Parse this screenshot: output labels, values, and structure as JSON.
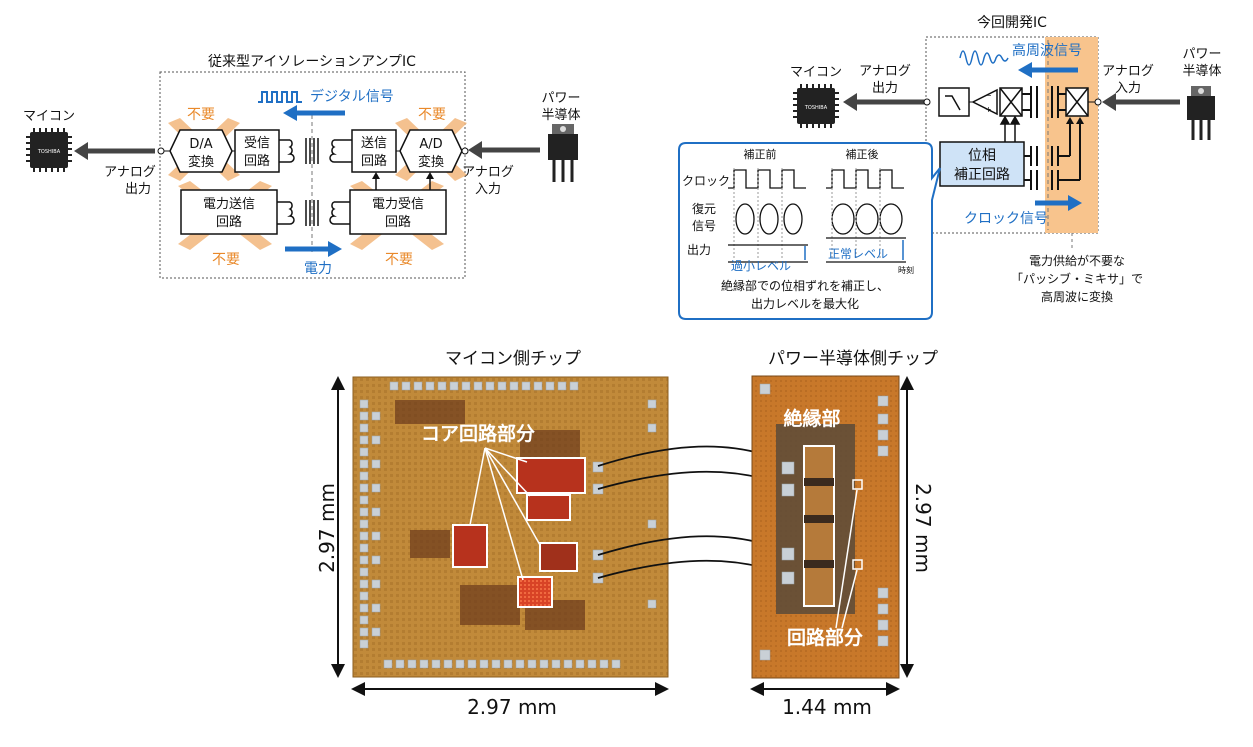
{
  "left_diagram": {
    "title": "従来型アイソレーションアンプIC",
    "mcu_label": "マイコン",
    "mcu_chip_text": "TOSHIBA",
    "analog_out": [
      "アナログ",
      "出力"
    ],
    "analog_in": [
      "アナログ",
      "入力"
    ],
    "power_semi": [
      "パワー",
      "半導体"
    ],
    "digital_signal": "デジタル信号",
    "power_label": "電力",
    "da": [
      "D/A",
      "変換"
    ],
    "rx": [
      "受信",
      "回路"
    ],
    "tx": [
      "送信",
      "回路"
    ],
    "ad": [
      "A/D",
      "変換"
    ],
    "ptx": [
      "電力送信",
      "回路"
    ],
    "prx": [
      "電力受信",
      "回路"
    ],
    "unneeded": "不要"
  },
  "right_diagram": {
    "title": "今回開発IC",
    "mcu_label": "マイコン",
    "mcu_chip_text": "TOSHIBA",
    "analog_out": [
      "アナログ",
      "出力"
    ],
    "analog_in": [
      "アナログ",
      "入力"
    ],
    "power_semi": [
      "パワー",
      "半導体"
    ],
    "hf_signal": "高周波信号",
    "phase": [
      "位相",
      "補正回路"
    ],
    "clock_signal": "クロック信号",
    "note": [
      "電力供給が不要な",
      "「パッシブ・ミキサ」で",
      "高周波に変換"
    ],
    "inset": {
      "before": "補正前",
      "after": "補正後",
      "clock": "クロック",
      "restored": [
        "復元",
        "信号"
      ],
      "output": "出力",
      "excess": "過小レベル",
      "normal": "正常レベル",
      "time": "時刻",
      "caption": [
        "絶縁部での位相ずれを補正し、",
        "出力レベルを最大化"
      ]
    }
  },
  "chips": {
    "mcu_chip_title": "マイコン側チップ",
    "power_chip_title": "パワー半導体側チップ",
    "core_label": "コア回路部分",
    "insulation_label": "絶縁部",
    "circuit_label": "回路部分",
    "dim_left_h": "2.97 mm",
    "dim_left_w": "2.97 mm",
    "dim_right_h": "2.97 mm",
    "dim_right_w": "1.44 mm"
  }
}
